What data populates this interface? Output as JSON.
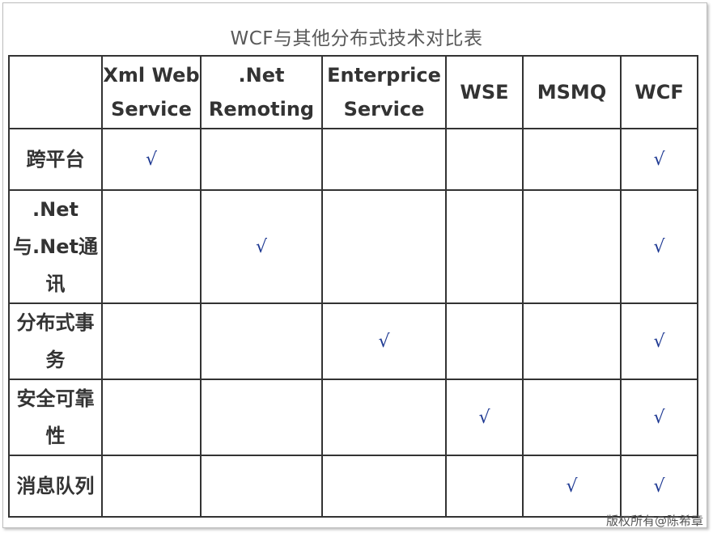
{
  "title": "WCF与其他分布式技术对比表",
  "columns": [
    "",
    "Xml Web Service",
    ".Net Remoting",
    "Enterprice Service",
    "WSE",
    "MSMQ",
    "WCF"
  ],
  "col_lines": [
    [
      "",
      ""
    ],
    [
      "Xml Web",
      "Service"
    ],
    [
      ".Net",
      "Remoting"
    ],
    [
      "Enterprice",
      "Service"
    ],
    [
      "WSE"
    ],
    [
      "MSMQ"
    ],
    [
      "WCF"
    ]
  ],
  "rows": [
    {
      "label_lines": [
        "跨平台"
      ],
      "cells": [
        "√",
        "",
        "",
        "",
        "",
        "√"
      ]
    },
    {
      "label_lines": [
        ".Net",
        "与.Net通",
        "讯"
      ],
      "cells": [
        "",
        "√",
        "",
        "",
        "",
        "√"
      ]
    },
    {
      "label_lines": [
        "分布式事",
        "务"
      ],
      "cells": [
        "",
        "",
        "√",
        "",
        "",
        "√"
      ]
    },
    {
      "label_lines": [
        "安全可靠",
        "性"
      ],
      "cells": [
        "",
        "",
        "",
        "√",
        "",
        "√"
      ]
    },
    {
      "label_lines": [
        "消息队列"
      ],
      "cells": [
        "",
        "",
        "",
        "",
        "√",
        "√"
      ]
    }
  ],
  "footer": "版权所有@陈希章"
}
